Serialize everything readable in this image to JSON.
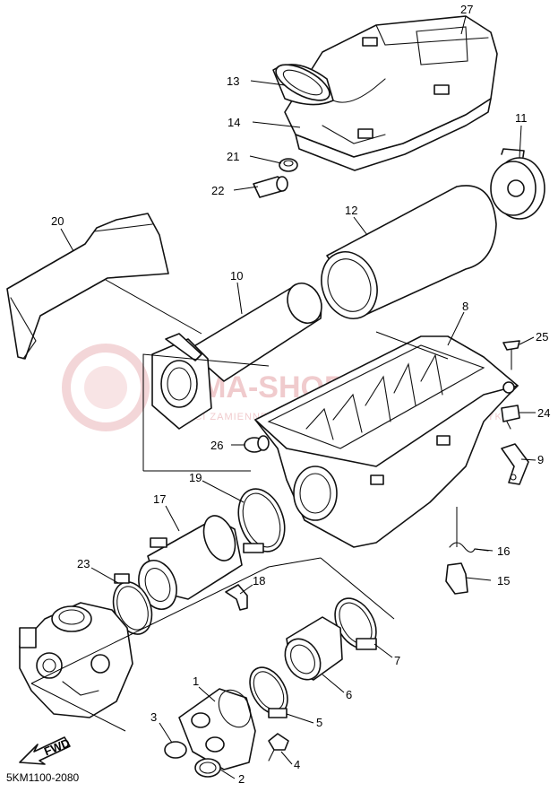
{
  "diagram": {
    "drawing_code": "5KM1100-2080",
    "fwd_label": "FWD",
    "watermark": {
      "main": "YAMA-SHOP.PL",
      "sub": "CZĘŚCI ZAMIENNE CHOROWANE ORYGINALNE DO MOTOCYKLI"
    },
    "callouts": {
      "c1": "1",
      "c2": "2",
      "c3": "3",
      "c4": "4",
      "c5": "5",
      "c6": "6",
      "c7": "7",
      "c8": "8",
      "c9": "9",
      "c10": "10",
      "c11": "11",
      "c12": "12",
      "c13": "13",
      "c14": "14",
      "c15": "15",
      "c16": "16",
      "c17": "17",
      "c18": "18",
      "c19": "19",
      "c20": "20",
      "c21": "21",
      "c22": "22",
      "c23": "23",
      "c24": "24",
      "c25": "25",
      "c26": "26",
      "c27": "27"
    }
  }
}
